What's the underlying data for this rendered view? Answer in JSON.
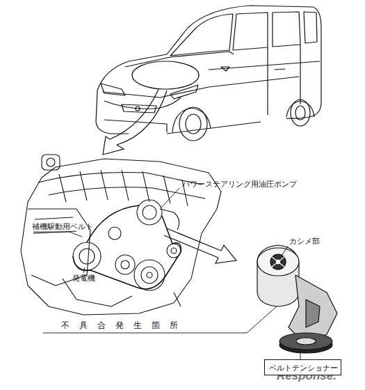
{
  "diagram": {
    "nodes": [
      {
        "text": [
          "ベルトテンショナー"
        ]
      }
    ],
    "labels": [
      "パワーステアリング用油圧ポンプ",
      "補機駆動用ベルト",
      "発電機",
      "カシメ部",
      "不具合発生箇所",
      "Response."
    ]
  }
}
